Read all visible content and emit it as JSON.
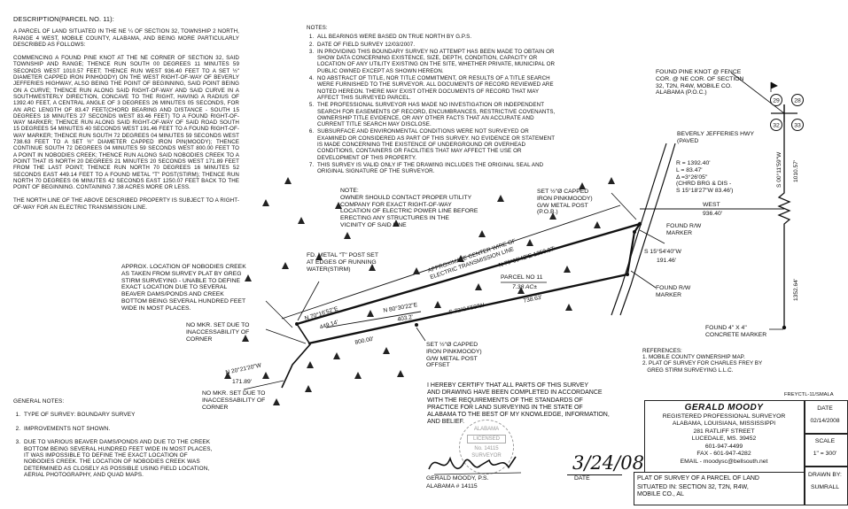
{
  "description": {
    "heading": "DESCRIPTION(PARCEL NO. 11):",
    "para1": "A PARCEL OF LAND SITUATED IN THE NE ¼ OF SECTION 32, TOWNSHIP 2 NORTH, RANGE 4 WEST, MOBILE COUNTY, ALABAMA, AND BEING MORE PARTICULARLY DESCRIBED AS FOLLOWS:",
    "para2": "COMMENCING A FOUND PINE KNOT AT THE NE CORNER OF SECTION 32, SAID TOWNSHIP AND RANGE; THENCE RUN SOUTH 00 DEGREES 11 MINUTES 59 SECONDS WEST 1010.57 FEET; THENCE RUN WEST 936.40 FEET TO A SET ½\" DIAMETER CAPPED IRON PINHOODY) ON THE WEST RIGHT-OF-WAY OF BEVERLY JEFFERIES HIGHWAY, ALSO BEING THE POINT OF BEGINNING, SAID POINT BEING ON A CURVE; THENCE RUN ALONG SAID RIGHT-OF-WAY AND SAID CURVE IN A SOUTHWESTERLY DIRECTION, CONCAVE TO THE RIGHT, HAVING A RADIUS OF 1392.40 FEET, A CENTRAL ANGLE OF 3 DEGREES 26 MINUTES 05 SECONDS, FOR AN ARC LENGTH OF 83.47 FEET(CHORD BEARING AND DISTANCE - SOUTH 15 DEGREES 18 MINUTES 27 SECONDS WEST 83.46 FEET) TO A FOUND RIGHT-OF-WAY MARKER; THENCE RUN ALONG SAID RIGHT-OF-WAY OF SAID ROAD SOUTH 15 DEGREES 54 MINUTES 40 SECONDS WEST 191.46 FEET TO A FOUND RIGHT-OF-WAY MARKER; THENCE RUN SOUTH 72 DEGREES 04 MINUTES 59 SECONDS WEST 738.63 FEET TO A SET ½\" DIAMETER CAPPED IRON PIN(MOODY); THENCE CONTINUE SOUTH 72 DEGREES 04 MINUTES 59 SECONDS WEST 800.00 FEET TO A POINT IN NOBODIES CREEK; THENCE RUN ALONG SAID NOBODIES CREEK TO A POINT THAT IS NORTH 20 DEGREES 21 MINUTES 20 SECONDS WEST 171.89 FEET FROM THE LAST POINT; THENCE RUN NORTH 70 DEGREES 16 MINUTES 52 SECONDS EAST 449.14 FEET TO A FOUND METAL \"T\" POST(STIRM); THENCE RUN NORTH 70 DEGREES 06 MINUTES 42 SECONDS EAST 1250.07 FEET BACK TO THE POINT OF BEGINNING. CONTAINING 7.38 ACRES MORE OR LESS.",
    "para3": "THE NORTH LINE OF THE ABOVE DESCRIBED PROPERTY IS SUBJECT TO A RIGHT-OF-WAY FOR AN ELECTRIC TRANSMISSION LINE."
  },
  "notes": {
    "heading": "NOTES:",
    "items": [
      "ALL BEARINGS WERE BASED ON TRUE NORTH BY G.P.S.",
      "DATE OF FIELD SURVEY 12/03/2007.",
      "IN PROVIDING THIS BOUNDARY SURVEY NO ATTEMPT HAS BEEN MADE TO OBTAIN OR SHOW DATA CONCERNING EXISTENCE, SIZE, DEPTH, CONDITION, CAPACITY OR LOCATION OF ANY UTILITY EXISTING ON THE SITE, WHETHER PRIVATE, MUNICIPAL OR PUBLIC OWNED EXCEPT AS SHOWN HEREON.",
      "NO ABSTRACT OF TITLE, NOR TITLE COMMITMENT, OR RESULTS OF A TITLE SEARCH WERE FURNISHED TO THE SURVEYOR. ALL DOCUMENTS OF RECORD REVIEWED ARE NOTED HEREON. THERE MAY EXIST OTHER DOCUMENTS OF RECORD THAT MAY AFFECT THIS SURVEYED PARCEL.",
      "THE PROFESSIONAL SURVEYOR HAS MADE NO INVESTIGATION OR INDEPENDENT SEARCH FOR EASEMENTS OF RECORD, ENCUMBRANCES, RESTRICTIVE COVENANTS, OWNERSHIP TITLE EVIDENCE, OR ANY OTHER FACTS THAT AN ACCURATE AND CURRENT TITLE SEARCH MAY DISCLOSE.",
      "SUBSURFACE AND ENVIRONMENTAL CONDITIONS WERE NOT SURVEYED OR EXAMINED OR CONSIDERED AS PART OF THIS SURVEY. NO EVIDENCE OR STATEMENT IS MADE CONCERNING THE EXISTENCE OF UNDERGROUND OR OVERHEAD CONDITIONS, CONTAINERS OR FACILITIES THAT MAY AFFECT THE USE OR DEVELOPMENT OF THIS PROPERTY.",
      "THIS SURVEY IS VALID ONLY IF THE DRAWING INCLUDES THE ORIGINAL SEAL AND ORIGINAL SIGNATURE OF THE SURVEYOR."
    ]
  },
  "plat": {
    "found_knot": "FOUND PINE KNOT @ FENCE\nCOR. @ NE COR. OF SECTION\n32, T2N, R4W, MOBILE CO.\nALABAMA (P.O.C.)",
    "road": "BEVERLY JEFFERIES HWY\n(PAVED",
    "curve": "R = 1392.40'\nL = 83.47'\nΔ =3°26'05\"\n(CHRD BRG & DIS -\nS 15°18'27\"W 83.46')",
    "west_label": "WEST",
    "west_dist": "936.40'",
    "right_bearing": "S 00°11'59\"W",
    "right_dist1": "1010.57'",
    "right_dist2": "1352.64'",
    "owner_note": "NOTE:\nOWNER SHOULD CONTACT PROPER UTILITY\nCOMPANY FOR EXACT RIGHT-OF-WAY\nLOCATION OF ELECTRIC POWER LINE BEFORE\nERECTING ANY STRUCTURES IN THE\nVICINITY OF SAID LINE",
    "set_pin_top": "SET ½\"Ø CAPPED\nIRON PINKMOODY)\nG/W METAL POST\n(P.O.B.)",
    "transmission": "APPROXIMATE CENTER WIRE OF\nELECTRIC TRANSMISSION LINE",
    "north_line": "N 70°06'42\"E  1250.07'",
    "found_rw1": "FOUND R/W\nMARKER",
    "s15_bearing": "S 15°54'40\"W",
    "s15_dist": "191.46'",
    "found_rw2": "FOUND R/W\nMARKER",
    "t_post": "FD. METAL \"T\" POST SET\nAT EDGES OF RUNNING\nWATER(STIRM)",
    "parcel": "PARCEL NO 11",
    "acres": "7.38 AC±",
    "south_bearing": "S 72°04'59\"W",
    "south_dist": "738.63'",
    "n70_16": "N 70°16'52\"E",
    "n70_16_dist": "449.14'",
    "n80": "N 80°30'22\"E",
    "n80_dist": "403.2'",
    "d800": "800.00'",
    "creek": "APPROX. LOCATION OF NOBODIES CREEK\nAS TAKEN FROM SURVEY PLAT BY GREG\nSTIRM SURVEYING - UNABLE TO DEFINE\nEXACT LOCATION DUE TO SEVERAL\nBEAVER DAMS/PONDS AND CREEK\nBOTTOM BEING SEVERAL HUNDRED FEET\nWIDE IN MOST PLACES.",
    "nomkr1": "NO MKR. SET DUE TO\nINACCESSABILITY OF\nCORNER",
    "n20": "N 20°21'20\"W",
    "n20_dist": "171.89'",
    "nomkr2": "NO MKR. SET DUE TO\nINACCESSABILITY OF\nCORNER",
    "set_pin_bottom": "SET ½\"Ø CAPPED\nIRON PINKMOODY)\nG/W METAL POST\nOFFSET",
    "concrete": "FOUND 4\" X 4\"\nCONCRETE MARKER",
    "references": "REFERENCES:\n1. MOBILE COUNTY OWNERSHIP MAP.\n2. PLAT OF SURVEY FOR CHARLES FREY BY\n   GREG STIRM SURVEYING L.L.C.",
    "sec_29": "29",
    "sec_28": "28",
    "sec_32": "32",
    "sec_33": "33",
    "file": "FREYCTL-11/SMALA"
  },
  "certificate": "I HEREBY CERTIFY THAT ALL PARTS OF THIS SURVEY\nAND DRAWING HAVE BEEN COMPLETED IN ACCORDANCE\nWITH THE REQUIREMENTS OF THE STANDARDS OF\nPRACTICE FOR LAND SURVEYING IN THE STATE OF\nALABAMA TO THE BEST OF MY KNOWLEDGE, INFORMATION,\nAND BELIEF.",
  "signature": {
    "name_line": "GERALD MOODY, P.S.",
    "license": "ALABAMA # 14115",
    "date_handwritten": "3/24/08",
    "date_label": "DATE"
  },
  "general_notes": {
    "heading": "GENERAL NOTES:",
    "items": [
      "TYPE OF SURVEY: BOUNDARY SURVEY",
      "IMPROVEMENTS NOT SHOWN.",
      "DUE TO VARIOUS BEAVER DAMS/PONDS AND DUE TO THE CREEK BOTTOM BEING SEVERAL HUNDRED FEET WIDE IN MOST PLACES, IT WAS IMPOSSIBLE TO DEFINE THE EXACT LOCATION OF NOBODIES CREEK. THE LOCATION OF NOBODIES CREEK WAS DETERMINED AS CLOSELY AS POSSIBLE USING FIELD LOCATION, AERIAL PHOTOGRAPHY, AND QUAD MAPS."
    ]
  },
  "title_block": {
    "name": "GERALD MOODY",
    "line1": "REGISTERED PROFESSIONAL SURVEYOR",
    "line2": "ALABAMA, LOUISIANA, MISSISSIPPI",
    "line3": "281 RATLIFF STREET",
    "line4": "LUCEDALE, MS. 39452",
    "phone": "601-947-4499",
    "fax": "FAX - 601-947-4282",
    "email": "EMAIL - moodysc@bellsouth.net",
    "plat_title": "PLAT OF SURVEY OF A PARCEL OF LAND",
    "situated": "SITUATED IN: SECTION 32, T2N, R4W,\nMOBILE CO., AL",
    "date_label": "DATE",
    "date": "02/14/2008",
    "scale_label": "SCALE",
    "scale": "1\" = 300'",
    "drawn_label": "DRAWN BY:",
    "drawn_by": "SUMRALL"
  },
  "stamp": {
    "top": "ALABAMA",
    "middle": "LICENSED",
    "number": "No. 14115",
    "bottom": "SURVEYOR"
  }
}
